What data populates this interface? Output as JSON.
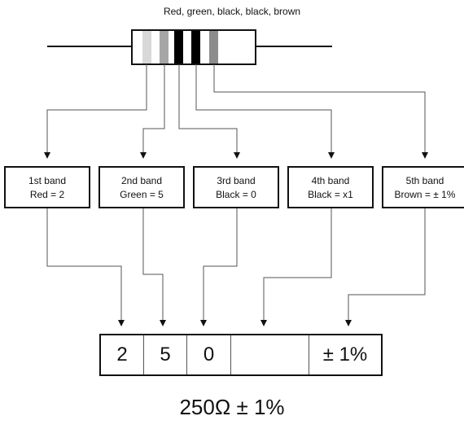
{
  "title": "Red, green, black, black, brown",
  "resistor": {
    "bands": [
      {
        "color": "#d8d8d8"
      },
      {
        "color": "#a6a6a6"
      },
      {
        "color": "#000000"
      },
      {
        "color": "#000000"
      },
      {
        "color": "#8c8c8c"
      }
    ]
  },
  "bands": [
    {
      "name": "1st band",
      "value": "Red = 2"
    },
    {
      "name": "2nd band",
      "value": "Green = 5"
    },
    {
      "name": "3rd band",
      "value": "Black = 0"
    },
    {
      "name": "4th band",
      "value": "Black = x1"
    },
    {
      "name": "5th band",
      "value": "Brown = ± 1%"
    }
  ],
  "result_cells": [
    "2",
    "5",
    "0",
    "",
    "± 1%"
  ],
  "total": "250Ω ± 1%"
}
